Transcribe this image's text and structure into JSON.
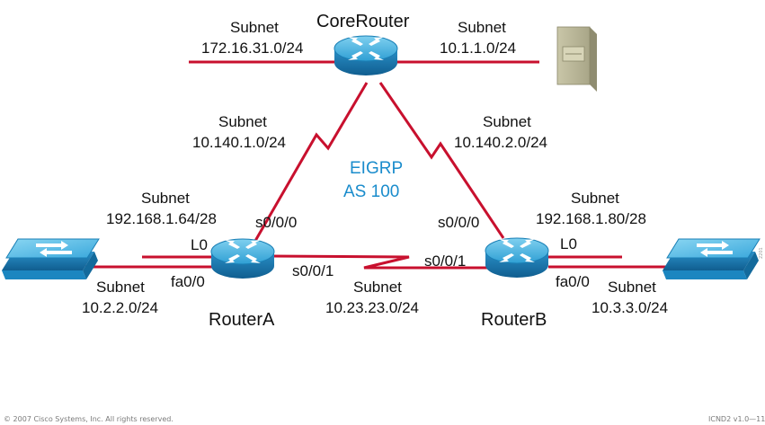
{
  "colors": {
    "link": "#c8102e",
    "router_top": "#46b6e2",
    "router_side": "#1a80b8",
    "eigrp": "#1a8ccc"
  },
  "routers": {
    "core": {
      "name": "CoreRouter"
    },
    "a": {
      "name": "RouterA"
    },
    "b": {
      "name": "RouterB"
    }
  },
  "eigrp": {
    "line1": "EIGRP",
    "line2": "AS 100"
  },
  "subnets": {
    "core_left": {
      "label": "Subnet",
      "value": "172.16.31.0/24"
    },
    "core_right": {
      "label": "Subnet",
      "value": "10.1.1.0/24"
    },
    "core_a": {
      "label": "Subnet",
      "value": "10.140.1.0/24"
    },
    "core_b": {
      "label": "Subnet",
      "value": "10.140.2.0/24"
    },
    "a_loop": {
      "label": "Subnet",
      "value": "192.168.1.64/28"
    },
    "b_loop": {
      "label": "Subnet",
      "value": "192.168.1.80/28"
    },
    "a_lan": {
      "label": "Subnet",
      "value": "10.2.2.0/24"
    },
    "a_b": {
      "label": "Subnet",
      "value": "10.23.23.0/24"
    },
    "b_lan": {
      "label": "Subnet",
      "value": "10.3.3.0/24"
    }
  },
  "interfaces": {
    "a_s000": "s0/0/0",
    "a_s001": "s0/0/1",
    "a_l0": "L0",
    "a_fa00": "fa0/0",
    "b_s000": "s0/0/0",
    "b_s001": "s0/0/1",
    "b_l0": "L0",
    "b_fa00": "fa0/0"
  },
  "footer": {
    "copyright": "© 2007 Cisco Systems, Inc. All rights reserved.",
    "course": "ICND2 v1.0—11"
  },
  "side_code": "2201"
}
